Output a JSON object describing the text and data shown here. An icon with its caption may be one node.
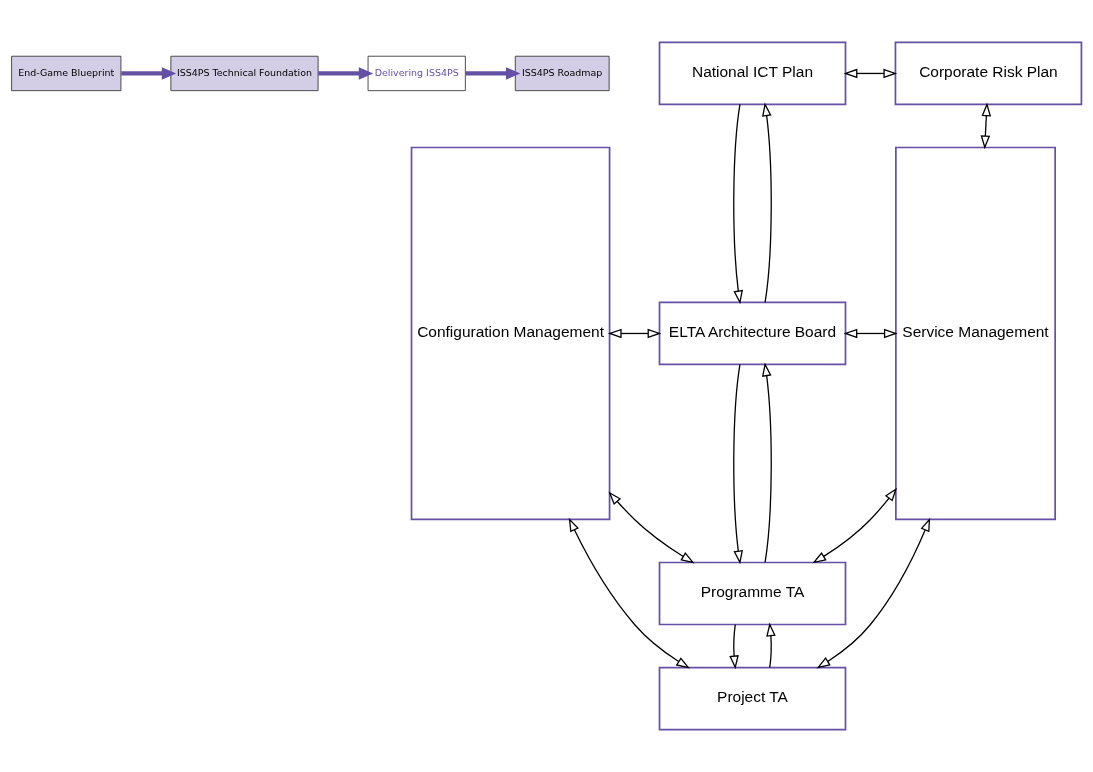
{
  "diagram": {
    "nodes": [
      {
        "text": [
          "End-Game Blueprint"
        ]
      },
      {
        "text": [
          "ISS4PS Technical Foundation"
        ]
      },
      {
        "text": [
          "Delivering ISS4PS"
        ]
      },
      {
        "text": [
          "ISS4PS Roadmap"
        ]
      },
      {
        "text": [
          "National ICT Plan"
        ]
      },
      {
        "text": [
          "Corporate Risk Plan"
        ]
      },
      {
        "text": [
          "Configuration Management"
        ]
      },
      {
        "text": [
          "ELTA Architecture Board"
        ]
      },
      {
        "text": [
          "Service Management"
        ]
      },
      {
        "text": [
          "Programme TA"
        ]
      },
      {
        "text": [
          "Project TA"
        ]
      }
    ],
    "edges": [
      {
        "from": 0,
        "to": 1,
        "arrow": "to",
        "style": "thick",
        "color": "#6650a6"
      },
      {
        "from": 1,
        "to": 2,
        "arrow": "to",
        "style": "thick",
        "color": "#6650a6"
      },
      {
        "from": 2,
        "to": 3,
        "arrow": "to",
        "style": "thick",
        "color": "#6650a6"
      },
      {
        "from": 4,
        "to": 5,
        "arrow": "both"
      },
      {
        "from": 7,
        "to": 4,
        "arrow": "to"
      },
      {
        "from": 4,
        "to": 7,
        "arrow": "to"
      },
      {
        "from": 5,
        "to": 8,
        "arrow": "both"
      },
      {
        "from": 6,
        "to": 7,
        "arrow": "both"
      },
      {
        "from": 7,
        "to": 8,
        "arrow": "both"
      },
      {
        "from": 9,
        "to": 7,
        "arrow": "to"
      },
      {
        "from": 7,
        "to": 9,
        "arrow": "to"
      },
      {
        "from": 6,
        "to": 9,
        "arrow": "both"
      },
      {
        "from": 9,
        "to": 8,
        "arrow": "both"
      },
      {
        "from": 10,
        "to": 9,
        "arrow": "to"
      },
      {
        "from": 9,
        "to": 10,
        "arrow": "to"
      },
      {
        "from": 6,
        "to": 10,
        "arrow": "both"
      },
      {
        "from": 10,
        "to": 8,
        "arrow": "both"
      }
    ]
  }
}
